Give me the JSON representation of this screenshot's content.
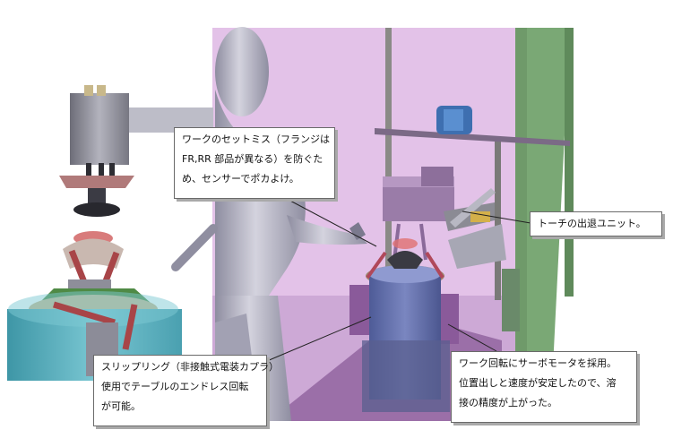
{
  "callouts": {
    "setmiss": {
      "lines": [
        "ワークのセットミス（フランジは",
        "FR,RR 部品が異なる）を防ぐた",
        "め、センサーでポカよけ。"
      ]
    },
    "torch": {
      "lines": [
        "トーチの出退ユニット。"
      ]
    },
    "slipring": {
      "lines": [
        "スリップリング（非接触式電装カプラ）",
        "使用でテーブルのエンドレス回転",
        "が可能。"
      ]
    },
    "servo": {
      "lines": [
        "ワーク回転にサーボモータを採用。",
        "位置出しと速度が安定したので、溶",
        "接の精度が上がった。"
      ]
    }
  },
  "colors": {
    "wall": "#e3c2e8",
    "frame_green": "#6f9a6a",
    "robot": "#b9b8c6",
    "cylinder_cyan": "#5fb4c2",
    "pink_flange": "#c98686",
    "blue_cylinder": "#6d79b4",
    "purple_base": "#8a5a9a"
  }
}
